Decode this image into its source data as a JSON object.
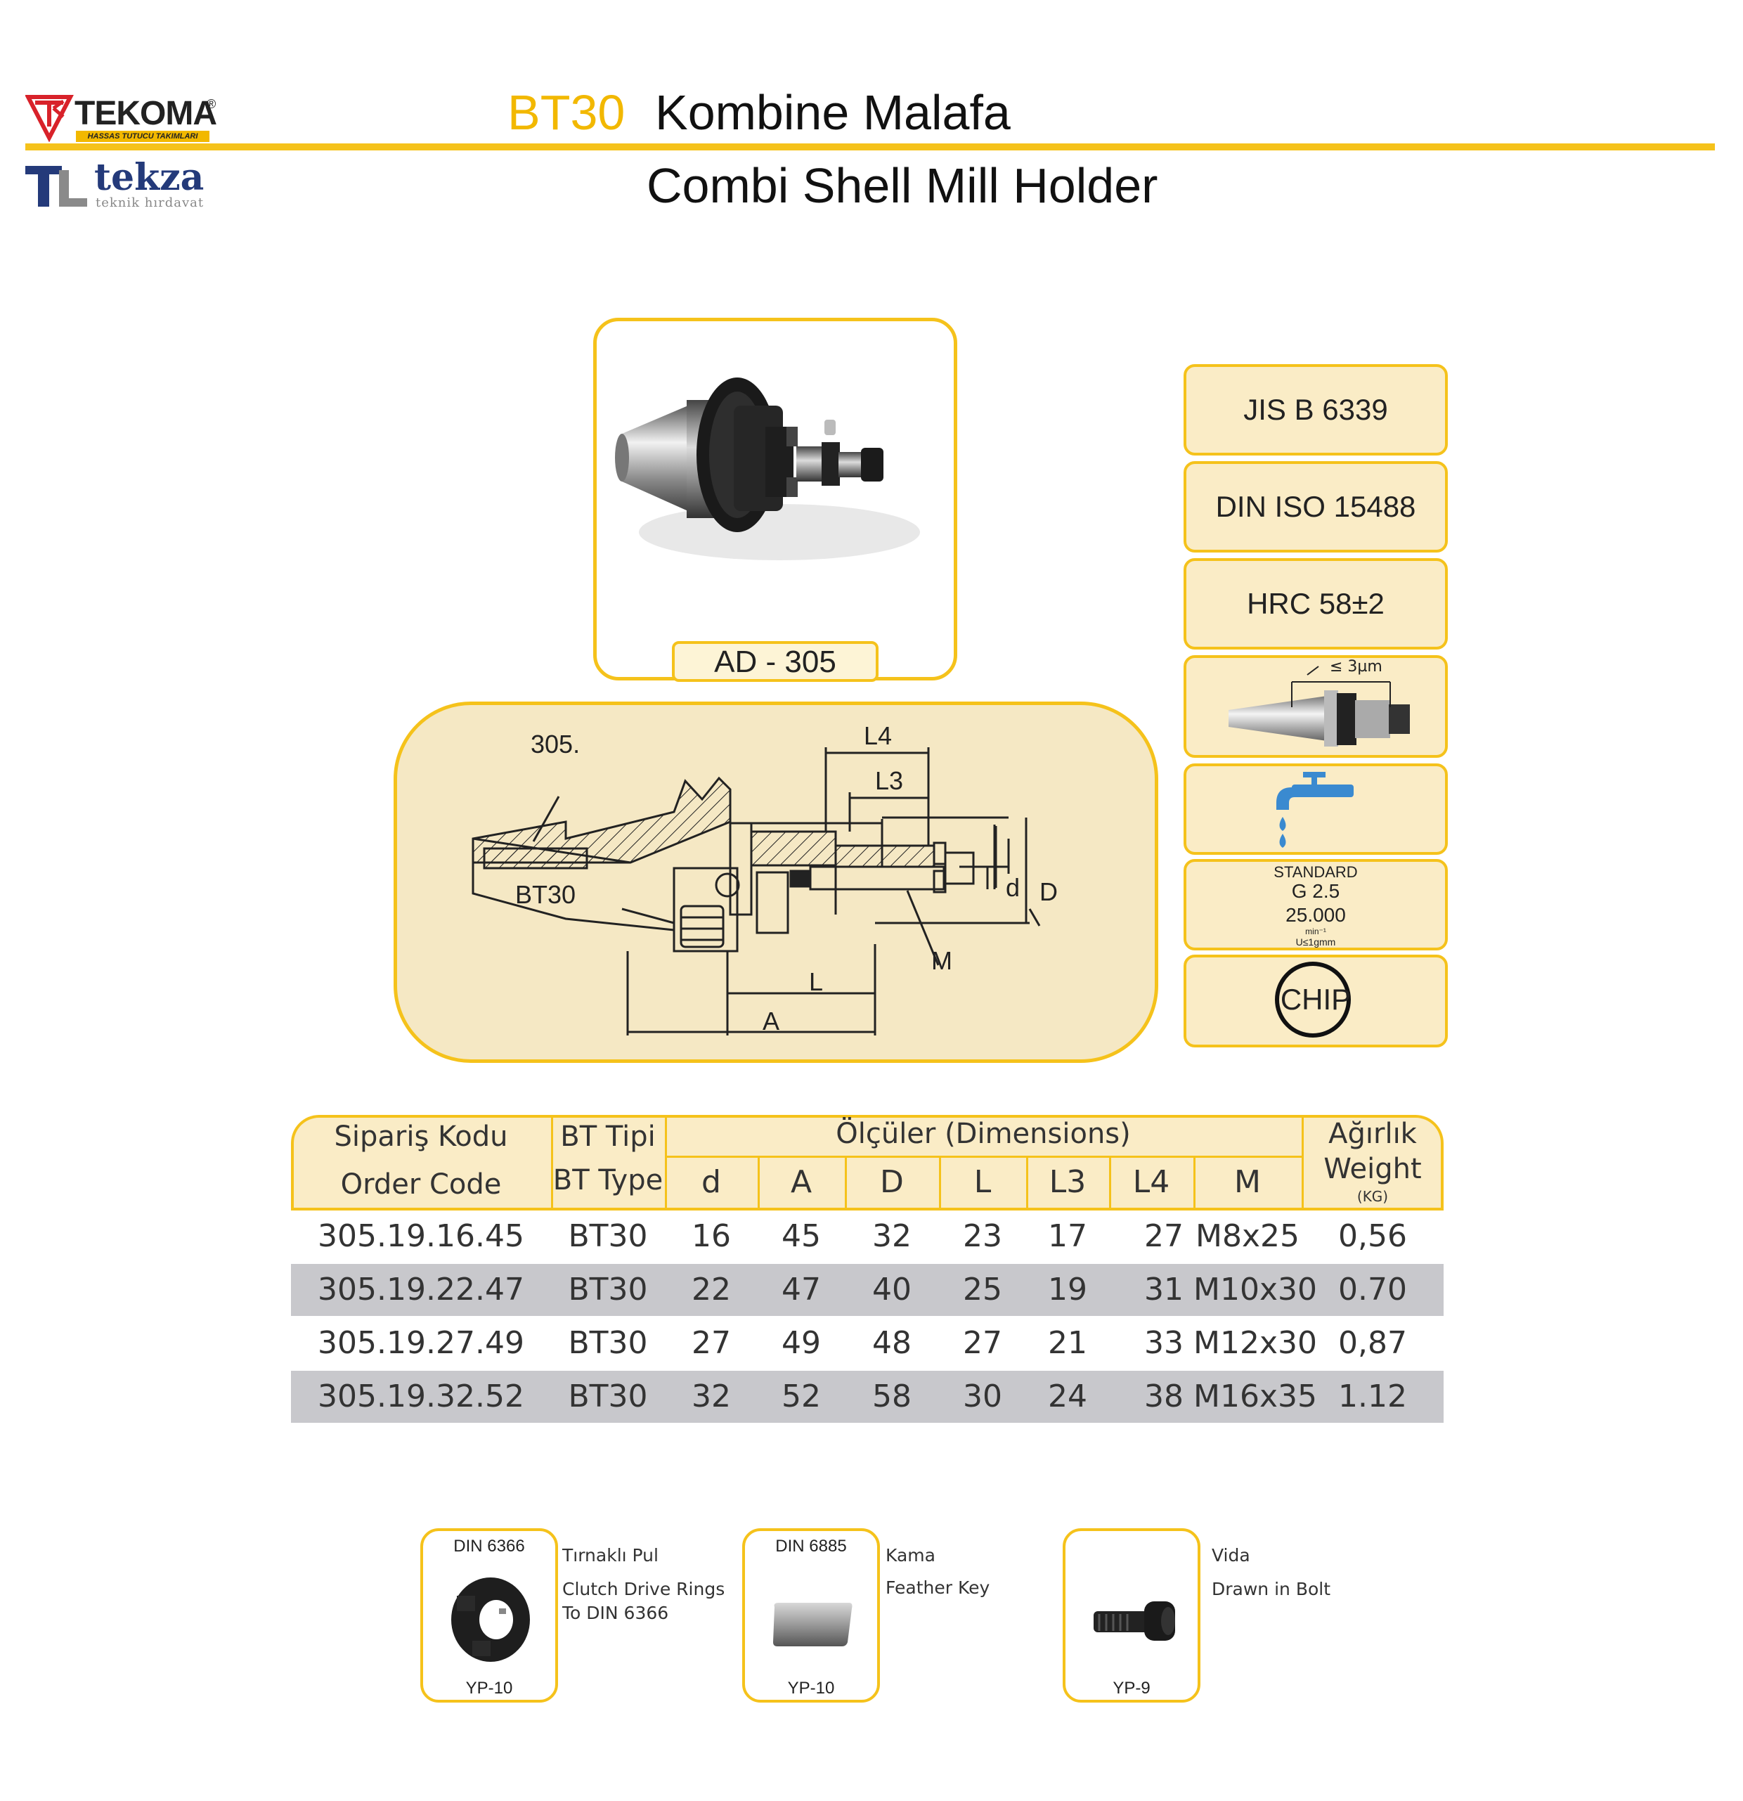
{
  "header": {
    "brand1": "TEKOMA",
    "brand1_reg": "®",
    "brand1_tagline": "HASSAS TUTUCU TAKIMLARI",
    "brand2": "tekza",
    "brand2_tagline": "teknik hırdavat",
    "title_code": "BT30",
    "title_tr": "Kombine Malafa",
    "title_en": "Combi Shell Mill Holder"
  },
  "product": {
    "label": "AD  - 305"
  },
  "drawing": {
    "part_ref": "305.",
    "taper": "BT30",
    "dims": [
      "L4",
      "L3",
      "d",
      "D",
      "M",
      "L",
      "A"
    ]
  },
  "standards": {
    "s1": "JIS B 6339",
    "s2": "DIN ISO 15488",
    "s3": "HRC 58±2",
    "runout": "≤ 3µm",
    "balance_title": "STANDARD",
    "balance_grade": "G 2.5",
    "balance_rpm": "25.000",
    "balance_unit": "min⁻¹",
    "balance_u": "U≤1gmm",
    "chip": "CHIP"
  },
  "table": {
    "h_code_tr": "Sipariş Kodu",
    "h_code_en": "Order Code",
    "h_type_tr": "BT Tipi",
    "h_type_en": "BT Type",
    "h_dims": "Ölçüler (Dimensions)",
    "h_weight_tr": "Ağırlık",
    "h_weight_en": "Weight",
    "h_weight_unit": "(KG)",
    "cols": [
      "d",
      "A",
      "D",
      "L",
      "L3",
      "L4",
      "M"
    ],
    "rows": [
      [
        "305.19.16.45",
        "BT30",
        "16",
        "45",
        "32",
        "23",
        "17",
        "27",
        "M8x25",
        "0,56"
      ],
      [
        "305.19.22.47",
        "BT30",
        "22",
        "47",
        "40",
        "25",
        "19",
        "31",
        "M10x30",
        "0.70"
      ],
      [
        "305.19.27.49",
        "BT30",
        "27",
        "49",
        "48",
        "27",
        "21",
        "33",
        "M12x30",
        "0,87"
      ],
      [
        "305.19.32.52",
        "BT30",
        "32",
        "52",
        "58",
        "30",
        "24",
        "38",
        "M16x35",
        "1.12"
      ]
    ]
  },
  "accessories": [
    {
      "std": "DIN 6366",
      "code": "YP-10",
      "name_tr": "Tırnaklı Pul",
      "name_en_1": "Clutch Drive Rings",
      "name_en_2": "To DIN 6366"
    },
    {
      "std": "DIN 6885",
      "code": "YP-10",
      "name_tr": "Kama",
      "name_en_1": "Feather Key",
      "name_en_2": ""
    },
    {
      "std": "",
      "code": "YP-9",
      "name_tr": "Vida",
      "name_en_1": "Drawn in Bolt",
      "name_en_2": ""
    }
  ],
  "colors": {
    "accent": "#f5c21b",
    "panel": "#faecc6",
    "row_alt": "#c8c8cc"
  }
}
